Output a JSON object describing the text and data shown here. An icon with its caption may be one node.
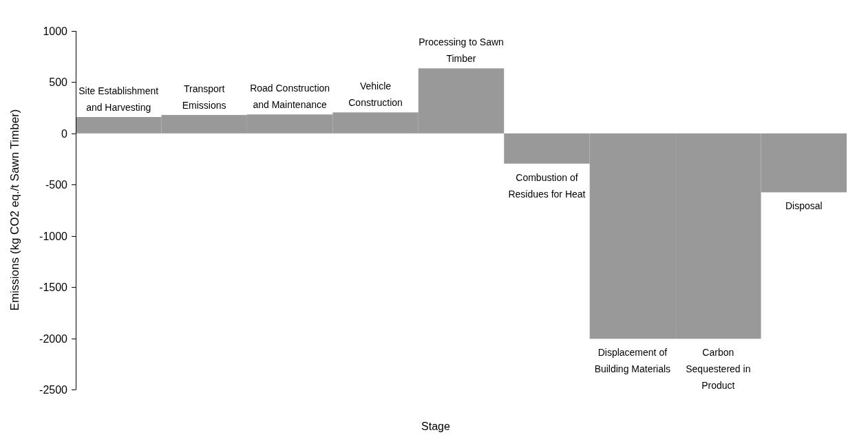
{
  "diagram": {
    "chart_data": {
      "type": "bar",
      "xlabel": "Stage",
      "ylabel": "Emissions (kg CO2 eq./t Sawn Timber)",
      "categories": [
        "Site Establishment and Harvesting",
        "Transport Emissions",
        "Road Construction and Maintenance",
        "Vehicle Construction",
        "Processing to Sawn Timber",
        "Combustion of Residues for Heat",
        "Displacement of Building Materials",
        "Carbon Sequestered in Product",
        "Disposal"
      ],
      "series": [
        {
          "color": "#999999",
          "values": [
            160,
            180,
            185,
            205,
            635,
            -295,
            -2005,
            -2005,
            -575
          ]
        }
      ],
      "ylim": [
        -2500,
        1000
      ],
      "yticks": [
        1000,
        500,
        0,
        -500,
        -1000,
        -1500,
        -2000,
        -2500
      ]
    }
  }
}
